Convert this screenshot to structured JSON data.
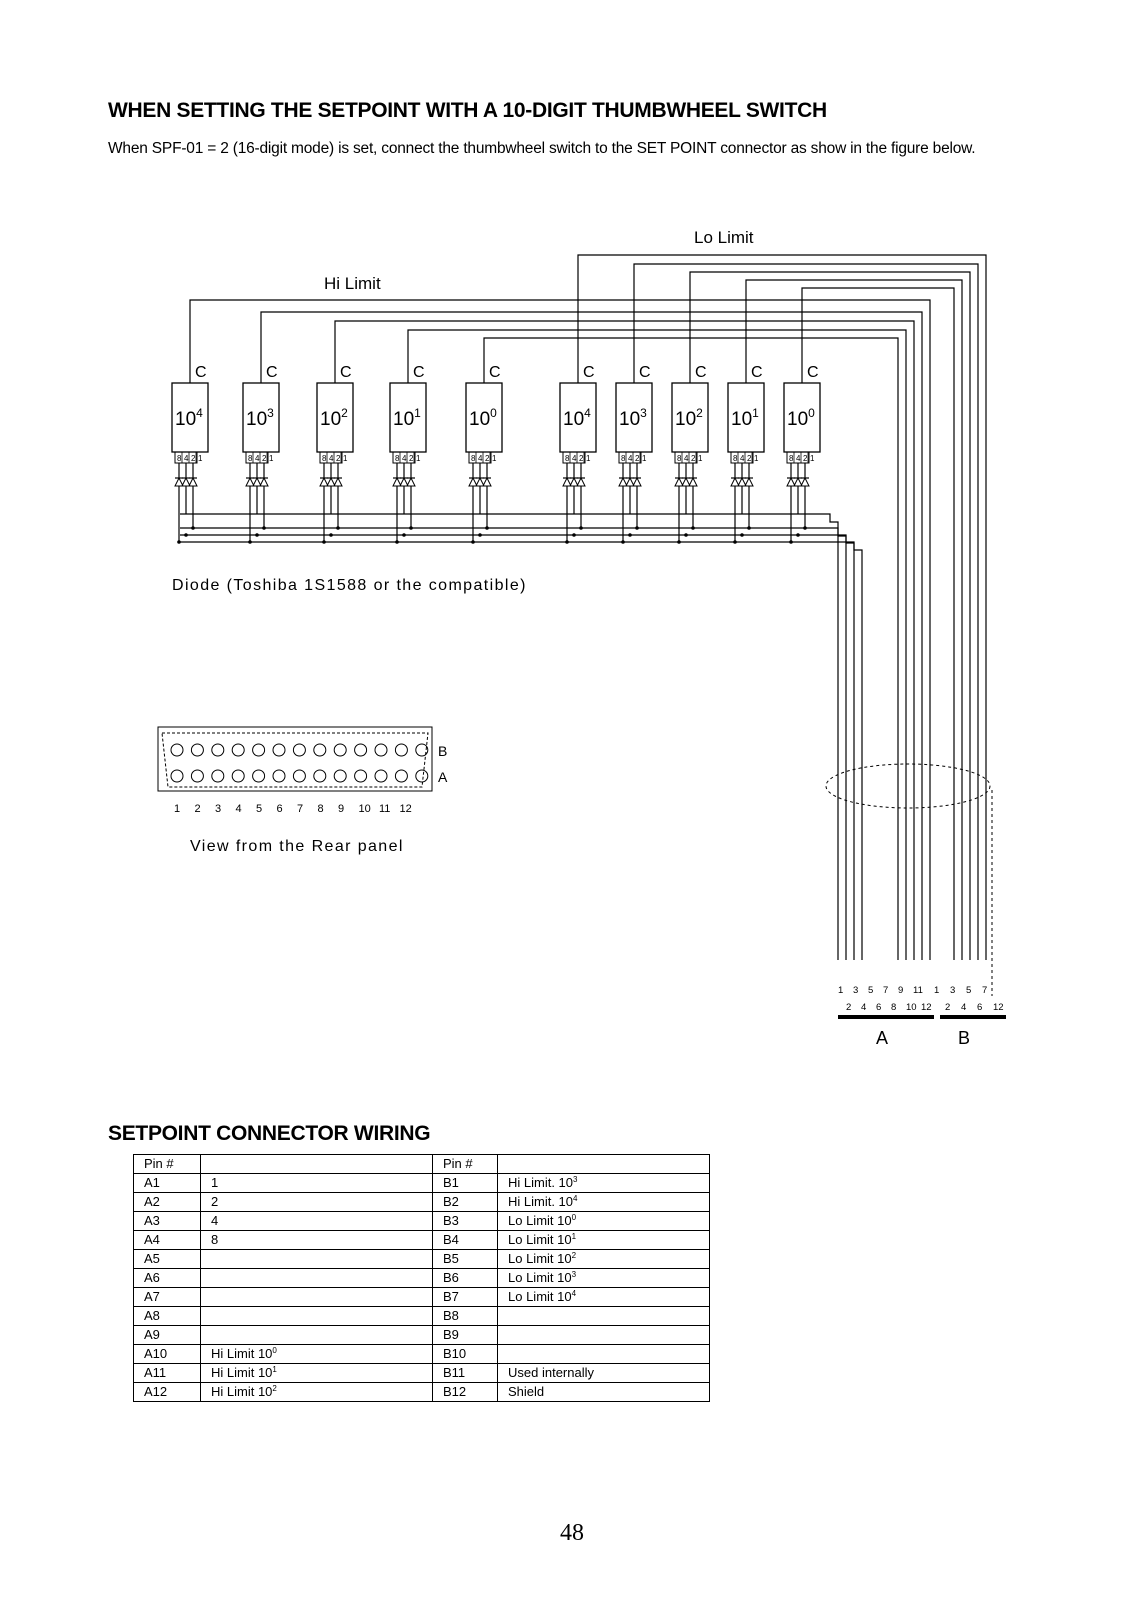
{
  "heading": "WHEN SETTING THE SETPOINT WITH A 10-DIGIT THUMBWHEEL SWITCH",
  "intro": "When SPF-01 = 2 (16-digit mode) is set, connect the thumbwheel switch to the SET POINT connector as show in the figure below.",
  "diagram": {
    "lo_limit_label": "Lo Limit",
    "hi_limit_label": "Hi Limit",
    "common_label": "C",
    "switches": [
      {
        "base": "10",
        "exp": "4"
      },
      {
        "base": "10",
        "exp": "3"
      },
      {
        "base": "10",
        "exp": "2"
      },
      {
        "base": "10",
        "exp": "1"
      },
      {
        "base": "10",
        "exp": "0"
      },
      {
        "base": "10",
        "exp": "4"
      },
      {
        "base": "10",
        "exp": "3"
      },
      {
        "base": "10",
        "exp": "2"
      },
      {
        "base": "10",
        "exp": "1"
      },
      {
        "base": "10",
        "exp": "0"
      }
    ],
    "bit_labels": [
      "8",
      "4",
      "2",
      "1"
    ],
    "diode_note": "Diode (Toshiba 1S1588 or the compatible)",
    "connector_row_b": "B",
    "connector_row_a": "A",
    "connector_pins": [
      "1",
      "2",
      "3",
      "4",
      "5",
      "6",
      "7",
      "8",
      "9",
      "10",
      "11",
      "12"
    ],
    "rear_view_note": "View from the Rear panel",
    "cable_odd_pins_a": [
      "1",
      "3",
      "5",
      "7",
      "9",
      "11"
    ],
    "cable_even_pins_a": [
      "2",
      "4",
      "6",
      "8",
      "10",
      "12"
    ],
    "cable_odd_pins_b": [
      "1",
      "3",
      "5",
      "7"
    ],
    "cable_even_pins_b": [
      "2",
      "4",
      "6",
      "12"
    ],
    "group_a_label": "A",
    "group_b_label": "B"
  },
  "wiring": {
    "title": "SETPOINT CONNECTOR WIRING",
    "header": {
      "pin_a": "Pin #",
      "desc_a": "",
      "pin_b": "Pin #",
      "desc_b": ""
    },
    "rows": [
      {
        "pa": "A1",
        "da": "1",
        "dae": "",
        "pb": "B1",
        "db": "Hi Limit. 10",
        "dbe": "3"
      },
      {
        "pa": "A2",
        "da": "2",
        "dae": "",
        "pb": "B2",
        "db": "Hi Limit. 10",
        "dbe": "4"
      },
      {
        "pa": "A3",
        "da": "4",
        "dae": "",
        "pb": "B3",
        "db": "Lo Limit 10",
        "dbe": "0"
      },
      {
        "pa": "A4",
        "da": "8",
        "dae": "",
        "pb": "B4",
        "db": "Lo Limit 10",
        "dbe": "1"
      },
      {
        "pa": "A5",
        "da": "",
        "dae": "",
        "pb": "B5",
        "db": "Lo Limit 10",
        "dbe": "2"
      },
      {
        "pa": "A6",
        "da": "",
        "dae": "",
        "pb": "B6",
        "db": "Lo Limit 10",
        "dbe": "3"
      },
      {
        "pa": "A7",
        "da": "",
        "dae": "",
        "pb": "B7",
        "db": "Lo Limit 10",
        "dbe": "4"
      },
      {
        "pa": "A8",
        "da": "",
        "dae": "",
        "pb": "B8",
        "db": "",
        "dbe": ""
      },
      {
        "pa": "A9",
        "da": "",
        "dae": "",
        "pb": "B9",
        "db": "",
        "dbe": ""
      },
      {
        "pa": "A10",
        "da": "Hi Limit 10",
        "dae": "0",
        "pb": "B10",
        "db": "",
        "dbe": ""
      },
      {
        "pa": "A11",
        "da": "Hi Limit 10",
        "dae": "1",
        "pb": "B11",
        "db": "Used internally",
        "dbe": ""
      },
      {
        "pa": "A12",
        "da": "Hi Limit 10",
        "dae": "2",
        "pb": "B12",
        "db": "Shield",
        "dbe": ""
      }
    ]
  },
  "page_number": "48"
}
